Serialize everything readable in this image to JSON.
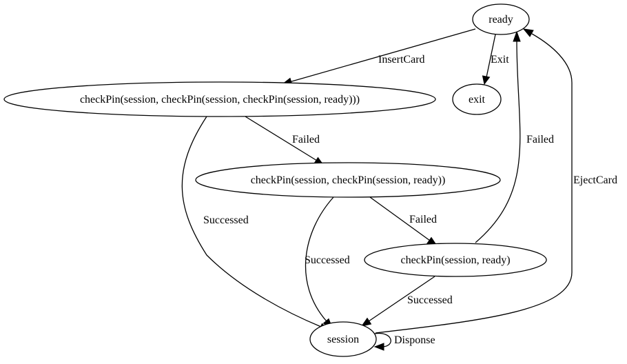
{
  "diagram": {
    "nodes": {
      "ready": "ready",
      "exit": "exit",
      "check3": "checkPin(session, checkPin(session, checkPin(session, ready)))",
      "check2": "checkPin(session, checkPin(session, ready))",
      "check1": "checkPin(session, ready)",
      "session": "session"
    },
    "edges": {
      "insert_card": "InsertCard",
      "exit": "Exit",
      "failed_1": "Failed",
      "failed_2": "Failed",
      "failed_3": "Failed",
      "successed_1": "Successed",
      "successed_2": "Successed",
      "successed_3": "Successed",
      "eject_card": "EjectCard",
      "dispose": "Disponse"
    }
  }
}
